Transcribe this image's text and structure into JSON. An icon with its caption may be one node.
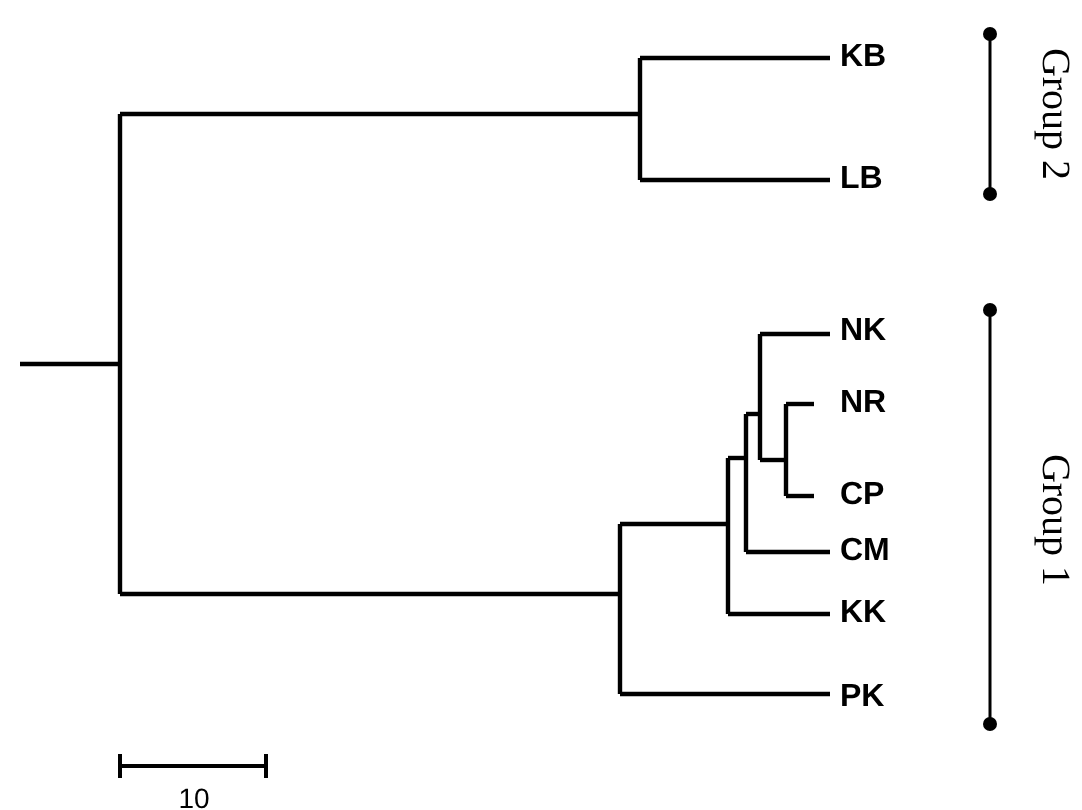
{
  "diagram": {
    "labels": [
      "KB",
      "Group 2",
      "LB",
      "NK",
      "NR",
      "CP",
      "Group 1",
      "CM",
      "KK",
      "PK",
      "10"
    ]
  }
}
